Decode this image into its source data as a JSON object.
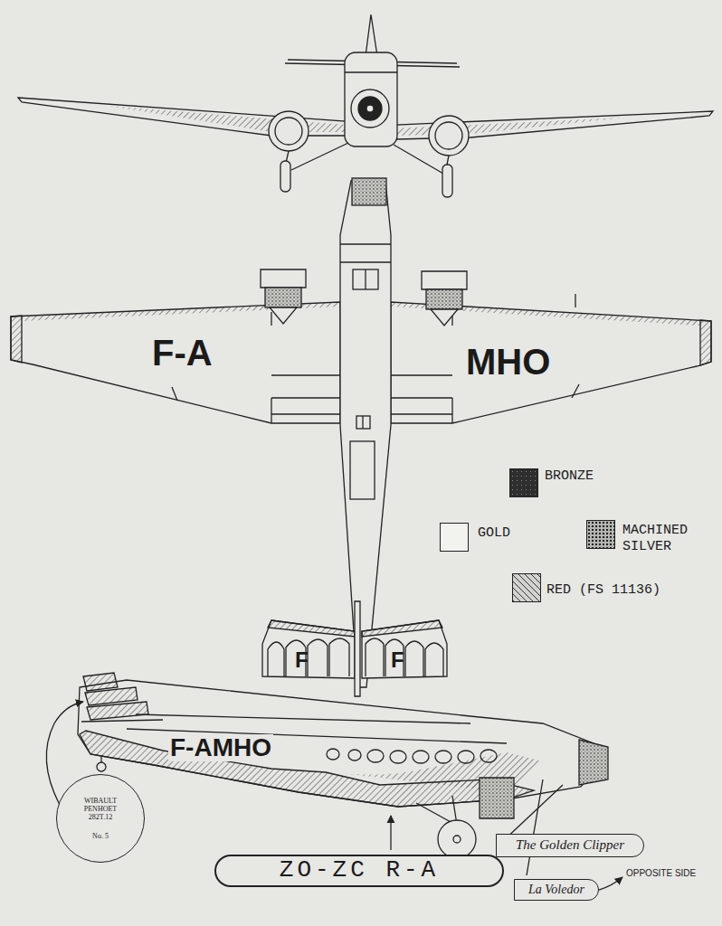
{
  "diagram": {
    "nodes": [
      {
        "text": [
          "WIBAULT PENHOET 282T.12",
          "No. 5"
        ]
      },
      {
        "text": [
          "ZO-ZC R-A"
        ]
      },
      {
        "text": [
          "The Golden Clipper"
        ]
      },
      {
        "text": [
          "La Voledor"
        ]
      }
    ],
    "labels": [
      "F-A",
      "MHO",
      "F",
      "F",
      "F-AMHO",
      "OPPOSITE SIDE"
    ],
    "legend": [
      {
        "text": "BRONZE",
        "color": "#2e2e2e"
      },
      {
        "text": "GOLD",
        "color": "#f2f2ef"
      },
      {
        "text": "MACHINED SILVER",
        "color": "#b4b4b0"
      },
      {
        "text": "RED (FS 11136)",
        "color": "#d2d2ce"
      }
    ]
  }
}
